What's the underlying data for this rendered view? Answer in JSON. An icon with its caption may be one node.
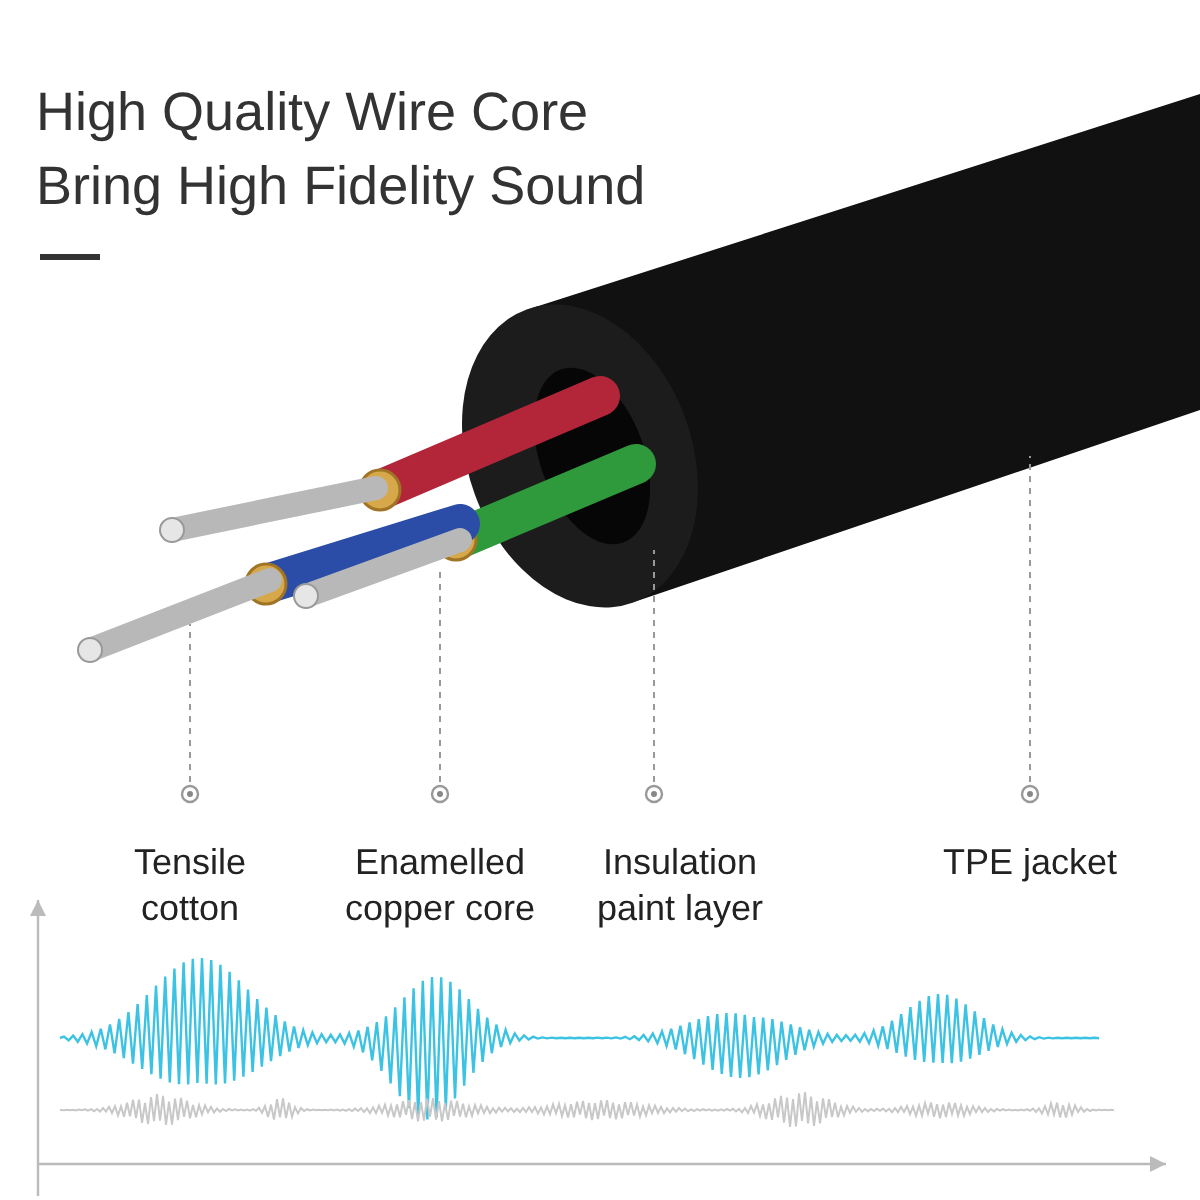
{
  "diagram": {
    "title": "High Quality Wire Core Bring High Fidelity Sound",
    "nodes": [
      {
        "text": [
          "Tensile cotton"
        ]
      },
      {
        "text": [
          "Enamelled copper core"
        ]
      },
      {
        "text": [
          "Insulation paint layer"
        ]
      },
      {
        "text": [
          "TPE jacket"
        ]
      },
      {
        "text": [],
        "shape": "picture"
      },
      {
        "text": [],
        "shape": "picture"
      },
      {
        "text": [],
        "shape": "picture"
      },
      {
        "text": [],
        "shape": "picture"
      }
    ],
    "edges": [
      {
        "from": 0,
        "to": 4,
        "arrow": "other",
        "style": "dashed"
      },
      {
        "from": 1,
        "to": 5,
        "arrow": "other",
        "style": "dashed"
      },
      {
        "from": 2,
        "to": 6,
        "arrow": "other",
        "style": "dashed"
      },
      {
        "from": 3,
        "to": 7,
        "arrow": "other",
        "style": "dashed"
      }
    ]
  }
}
